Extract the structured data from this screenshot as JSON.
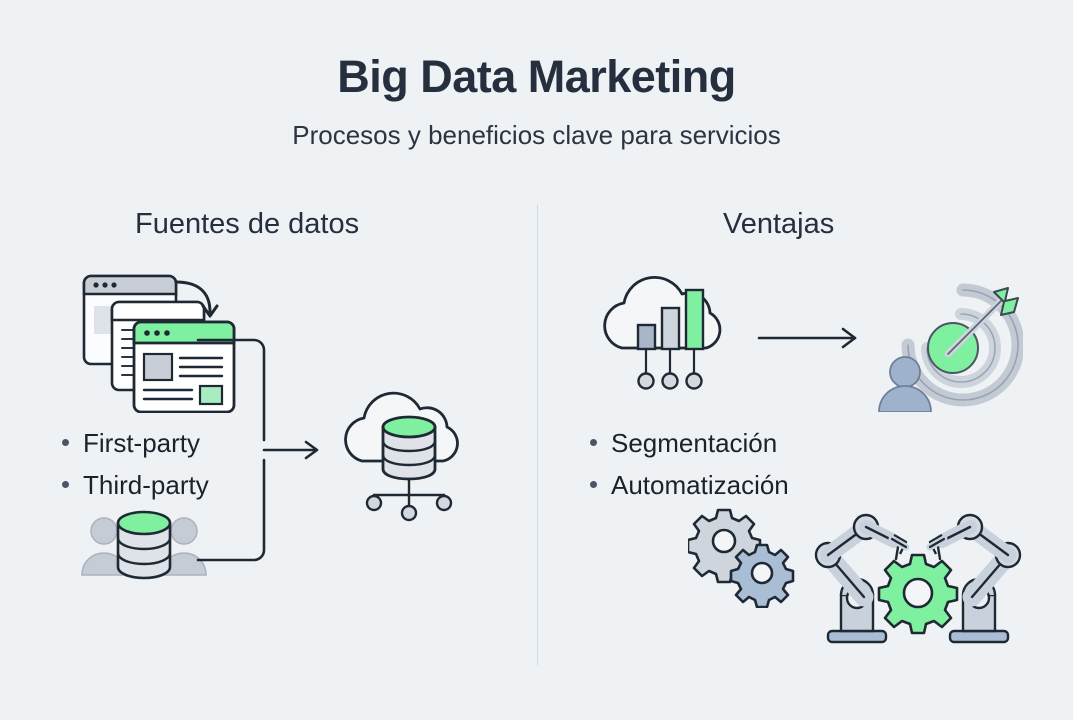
{
  "header": {
    "title": "Big Data Marketing",
    "subtitle": "Procesos y beneficios clave para servicios"
  },
  "columns": {
    "left": {
      "heading": "Fuentes de datos",
      "bullets": [
        {
          "label": "First-party"
        },
        {
          "label": "Third-party"
        }
      ]
    },
    "right": {
      "heading": "Ventajas",
      "bullets": [
        {
          "label": "Segmentación"
        },
        {
          "label": "Automatización"
        }
      ]
    }
  },
  "icons": {
    "browser_windows": "stacked-browser-windows-icon",
    "people_database": "people-database-icon",
    "cloud_database": "cloud-database-icon",
    "cloud_bar_chart": "cloud-bar-chart-icon",
    "target_arrow": "target-arrow-person-icon",
    "gears": "two-gears-icon",
    "robot_arms": "robot-arms-gear-icon",
    "connector_bracket": "bracket-connector-arrow",
    "flow_arrow": "right-arrow-icon"
  },
  "colors": {
    "background": "#eff2f5",
    "ink": "#1b222c",
    "title": "#252f3e",
    "accent_green": "#7ef0a0",
    "green_mid": "#5fe08a",
    "gray_light": "#d9dee4",
    "gray_mid": "#c2c9d2",
    "blue_gray": "#9fb2cc",
    "outline": "#1f2933",
    "divider": "#d3d9e0"
  }
}
